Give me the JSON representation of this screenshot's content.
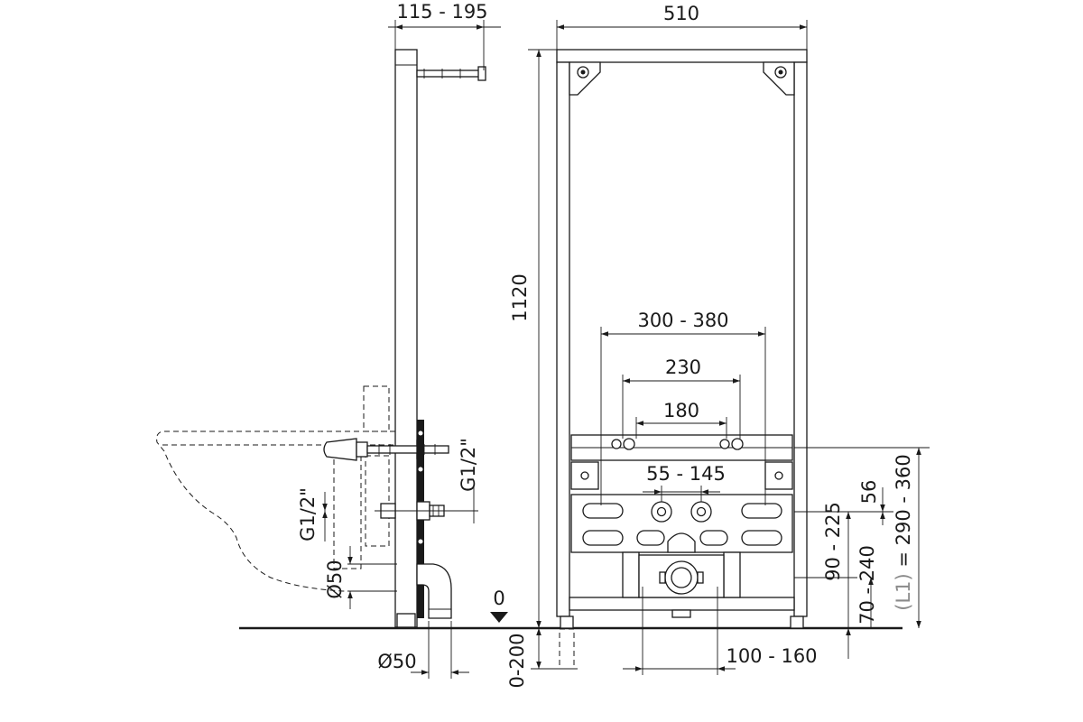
{
  "dimensions": {
    "depth_range": "115 - 195",
    "frame_width": "510",
    "frame_height": "1120",
    "fixing_bolts_width": "300 - 380",
    "studs_230": "230",
    "studs_180": "180",
    "supply_spacing": "55 - 145",
    "supply_thread_side": "G1/2\"",
    "supply_thread_front": "G1/2\"",
    "waste_diameter_front": "Ø50",
    "waste_diameter_bottom": "Ø50",
    "floor_level": "0",
    "foot_adjust": "0-200",
    "waste_offset": "100 - 160",
    "supply_height": "90 - 225",
    "bracket_gap": "56",
    "waste_height": "70 - 240",
    "fixing_height_label": "(L1)",
    "fixing_height_value": " = 290 - 360"
  },
  "colors": {
    "line": "#1a1a1a",
    "muted": "#8a8a8a"
  }
}
